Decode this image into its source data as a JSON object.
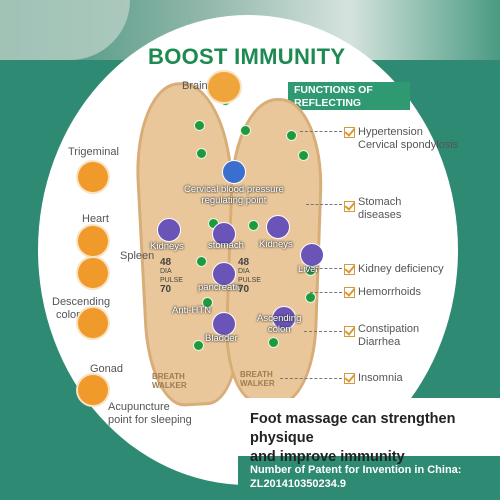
{
  "title": "BOOST IMMUNITY",
  "functions_header": [
    "FUNCTIONS OF",
    "REFLECTING REGIONS"
  ],
  "left_labels": {
    "brain": "Brain",
    "trigeminal": "Trigeminal",
    "heart": "Heart",
    "spleen": "Spleen",
    "descending_colon": [
      "Descending",
      "colon"
    ],
    "gonad": "Gonad",
    "acupuncture": [
      "Acupuncture",
      "point for sleeping"
    ]
  },
  "insole_labels": {
    "cervical": [
      "Cervical blood pressure",
      "regulating point"
    ],
    "kidneys_left": "Kidneys",
    "stomach": "stomach",
    "kidneys_right": "Kidneys",
    "liver": "Liver",
    "pancreatic": "pancreatic",
    "anti_htn": "Anti-HTN",
    "bladder": "Bladder",
    "ascending_colon": [
      "Ascending",
      "colon"
    ],
    "brand_left": [
      "BREATH",
      "WALKER"
    ],
    "brand_right": [
      "BREATH",
      "WALKER"
    ],
    "screen_values": [
      "DIA",
      "PULSE",
      "48",
      "70"
    ]
  },
  "right_functions": [
    [
      "Hypertension",
      "Cervical spondylosis"
    ],
    [
      "Stomach",
      "diseases"
    ],
    [
      "Kidney deficiency"
    ],
    [
      "Hemorrhoids"
    ],
    [
      "Constipation",
      "Diarrhea"
    ],
    [
      "Insomnia"
    ]
  ],
  "message": [
    "Foot massage can strengthen physique",
    "and improve immunity"
  ],
  "patent": [
    "Number of Patent for Invention in China:",
    "ZL201410350234.9"
  ],
  "colors": {
    "green": "#1d8a52",
    "teal": "#2f8a74",
    "orange": "#ef9a2a",
    "purple": "#6a54b8",
    "check": "#d69a3a"
  }
}
